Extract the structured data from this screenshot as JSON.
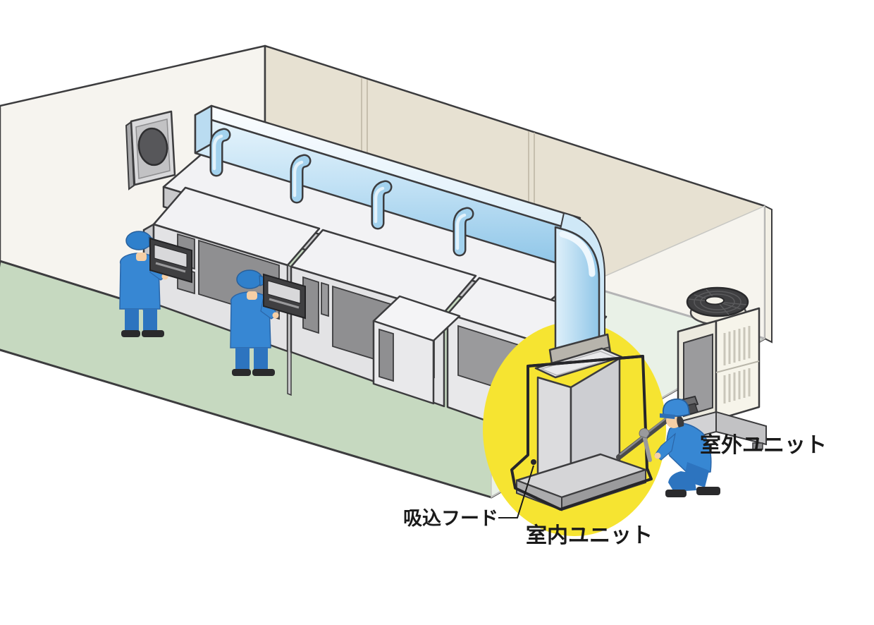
{
  "labels": {
    "outdoor_unit": "室外ユニット",
    "indoor_unit": "室内ユニット",
    "suction_hood": "吸込フード"
  },
  "colors": {
    "duct_blue": "#a9d6ef",
    "duct_light": "#e9f5fc",
    "highlight_yellow": "#f6e431",
    "floor_green": "#c6d9c0",
    "wall_beige": "#e7e1d2",
    "wall_white": "#f6f4ef",
    "machine_gray": "#e3e3e5",
    "window_gray": "#8f8f91",
    "worker_uniform_blue": "#3787d3",
    "worker_pants_blue": "#2d74bf",
    "outline_dark": "#3c3c3e"
  }
}
